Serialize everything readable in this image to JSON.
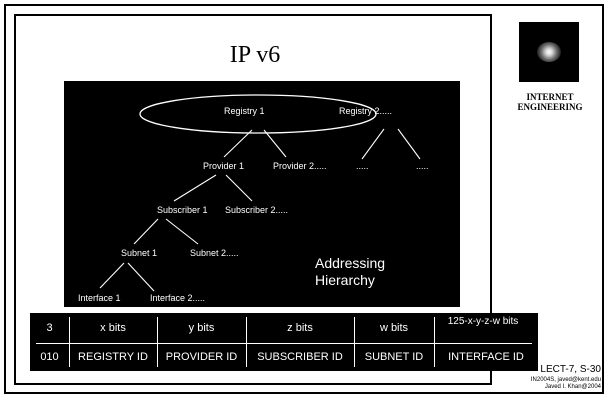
{
  "slide": {
    "title": "IP v6",
    "side_title_line1": "INTERNET",
    "side_title_line2": "ENGINEERING",
    "lecture_label": "LECT-7, S-30",
    "footer_line1": "IN2004S, javed@kent.edu",
    "footer_line2": "Javed I. Khan@2004",
    "thumbnail_icon": "space-glow-icon"
  },
  "hierarchy": {
    "registry_1": "Registry 1",
    "registry_2": "Registry 2.....",
    "provider_1": "Provider 1",
    "provider_2": "Provider 2.....",
    "dots_1": ".....",
    "dots_2": ".....",
    "subscriber_1": "Subscriber 1",
    "subscriber_2": "Subscriber 2.....",
    "subnet_1": "Subnet 1",
    "subnet_2": "Subnet 2.....",
    "interface_1": "Interface 1",
    "interface_2": "Interface 2.....",
    "caption_line1": "Addressing",
    "caption_line2": "Hierarchy"
  },
  "address_table": {
    "bits_row": [
      "3",
      "x bits",
      "y bits",
      "z bits",
      "w bits",
      "125-x-y-z-w bits"
    ],
    "id_row": [
      "010",
      "REGISTRY ID",
      "PROVIDER ID",
      "SUBSCRIBER ID",
      "SUBNET ID",
      "INTERFACE ID"
    ]
  }
}
